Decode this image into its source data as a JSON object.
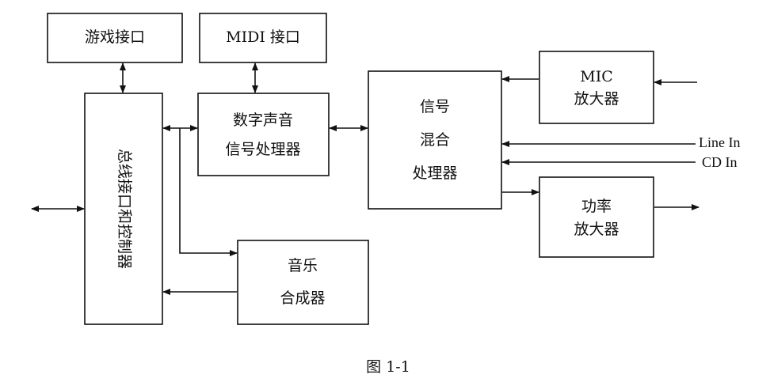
{
  "boxes": {
    "game_port": "游戏接口",
    "midi_port": "MIDI 接口",
    "bus_controller": "总线接口和控制器",
    "dsp": [
      "数字声音",
      "信号处理器"
    ],
    "mixer": [
      "信号",
      "混合",
      "处理器"
    ],
    "mic_amp": [
      "MIC",
      "放大器"
    ],
    "power_amp": [
      "功率",
      "放大器"
    ],
    "synth": [
      "音乐",
      "合成器"
    ]
  },
  "inputs": {
    "line_in": "Line In",
    "cd_in": "CD In"
  },
  "caption": "图 1-1"
}
